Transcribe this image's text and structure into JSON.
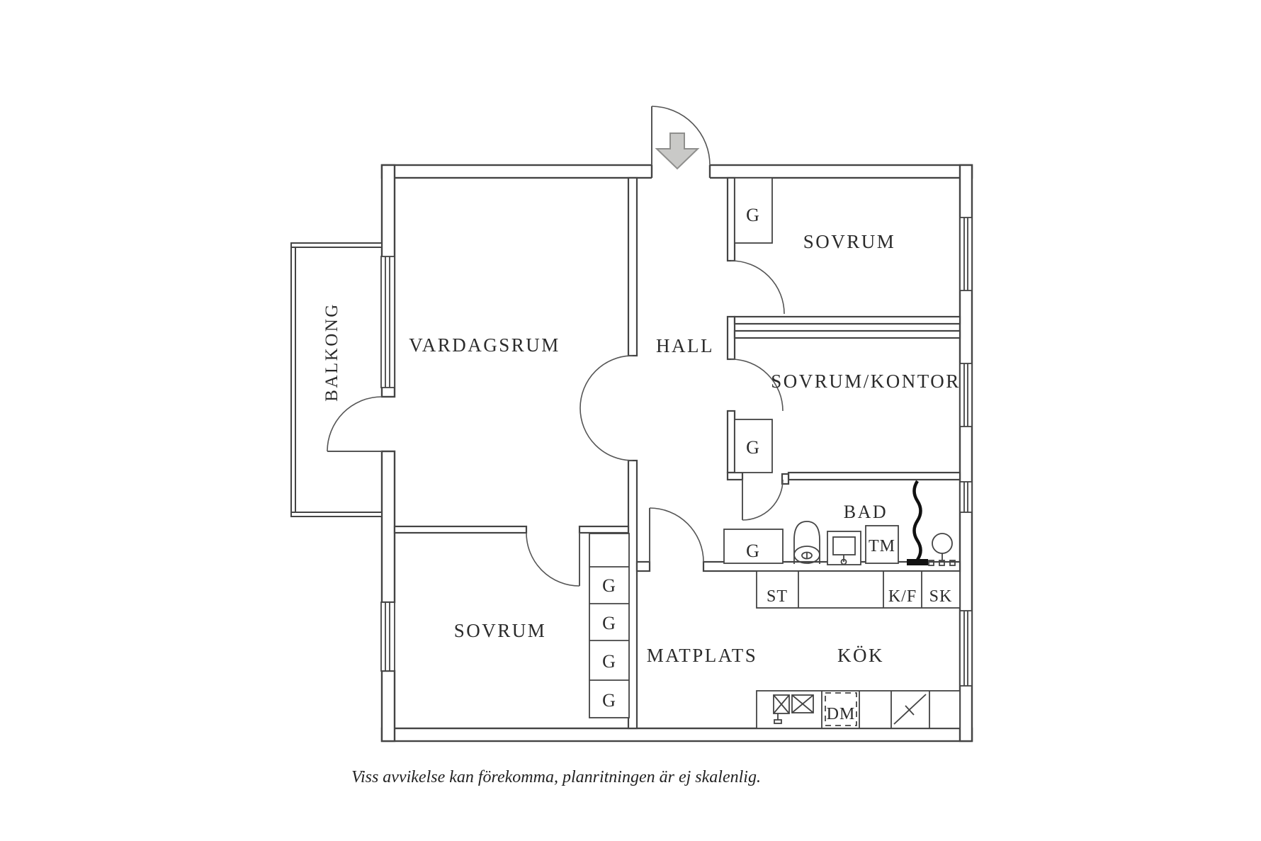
{
  "floorplan": {
    "labels": {
      "vardagsrum": "VARDAGSRUM",
      "hall": "HALL",
      "sovrum_top_right": "SOVRUM",
      "sovrum_kontor": "SOVRUM/KONTOR",
      "bad": "BAD",
      "sovrum_bottom_left": "SOVRUM",
      "matplats": "MATPLATS",
      "kok": "KÖK",
      "balkong": "BALKONG"
    },
    "closet_label": "G",
    "appliances": {
      "tm": "TM",
      "st": "ST",
      "kf": "K/F",
      "sk": "SK",
      "dm": "DM"
    },
    "caption": "Viss avvikelse kan förekomma, planritningen är ej skalenlig.",
    "colors": {
      "wall_line": "#444444",
      "text": "#2b2b2b",
      "arrow_fill": "#c9c9c7",
      "arrow_stroke": "#8f8f8d",
      "background": "#ffffff",
      "fixture_dark": "#111111"
    }
  }
}
